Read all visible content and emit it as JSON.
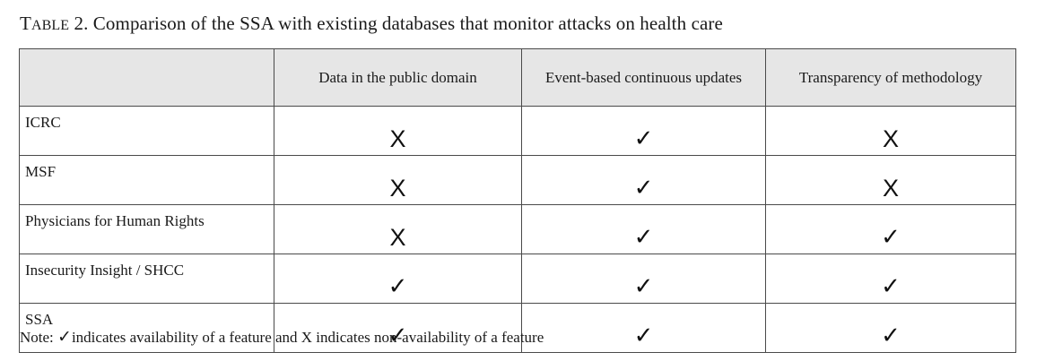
{
  "caption": {
    "label_big": "T",
    "label_small": "ABLE",
    "number": "2.",
    "text": "Comparison of the SSA with existing databases that monitor attacks on health care"
  },
  "table": {
    "columns": [
      "Data in the public domain",
      "Event-based continuous updates",
      "Transparency of methodology"
    ],
    "symbols": {
      "check": "✓",
      "cross": "X"
    },
    "rows": [
      {
        "org": "ICRC",
        "values": [
          "X",
          "✓",
          "X"
        ]
      },
      {
        "org": "MSF",
        "values": [
          "X",
          "✓",
          "X"
        ]
      },
      {
        "org": "Physicians for Human Rights",
        "values": [
          "X",
          "✓",
          "✓"
        ]
      },
      {
        "org": "Insecurity Insight / SHCC",
        "values": [
          "✓",
          "✓",
          "✓"
        ]
      },
      {
        "org": "SSA",
        "values": [
          "✓",
          "✓",
          "✓"
        ]
      }
    ],
    "header_bg": "#e6e6e6"
  },
  "note": {
    "prefix": "Note:",
    "check_symbol": "✓",
    "text": "indicates availability of a feature and X indicates non-availability of a feature"
  }
}
